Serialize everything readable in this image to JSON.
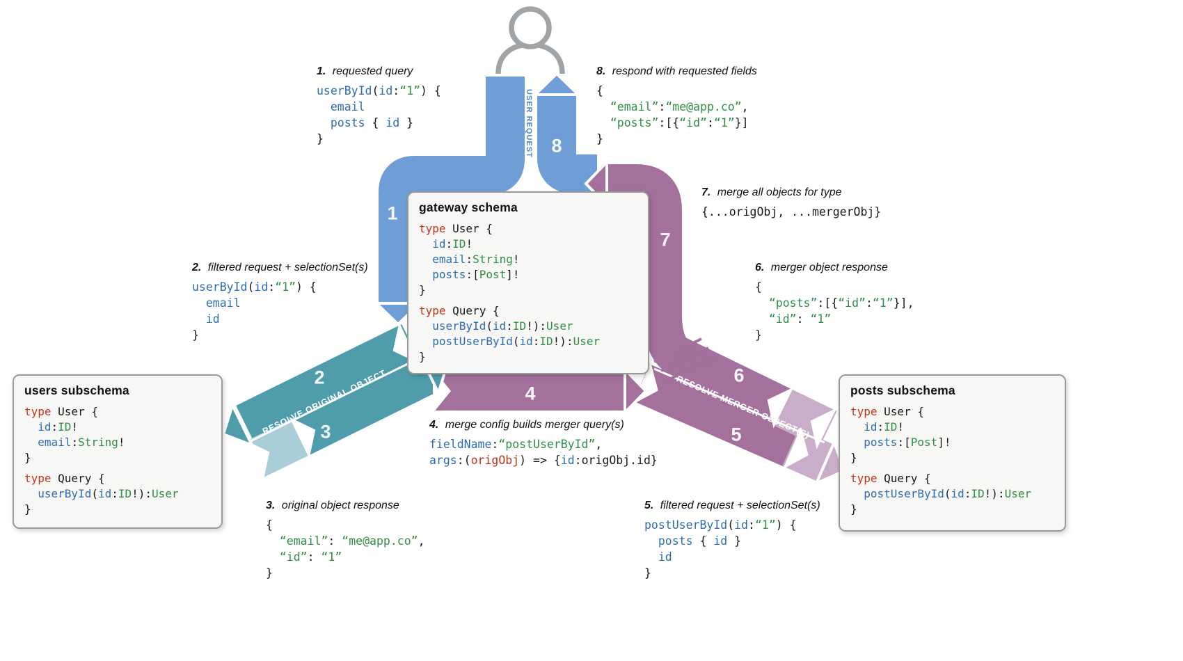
{
  "steps": [
    "1",
    "2",
    "3",
    "4",
    "5",
    "6",
    "7",
    "8"
  ],
  "labels": {
    "user_request": "USER REQUEST",
    "resolve_original": "RESOLVE ORIGINAL OBJECT",
    "resolve_merger": "RESOLVE MERGER OBJECT(S)"
  },
  "colors": {
    "blue_band": "#6f9ed6",
    "teal_band": "#4f9dab",
    "teal_band_light": "#a9ced8",
    "purple_band": "#a3719b",
    "purple_band_light": "#c9aec9",
    "code_keyword_red": "#c0331b",
    "code_field_blue": "#2e6db4",
    "code_type_green": "#2f8f44",
    "box_border": "#9a9a9a",
    "box_background": "#f7f7f5"
  },
  "boxes": {
    "gateway": {
      "title": "gateway schema",
      "code": [
        [
          [
            "r",
            "type"
          ],
          [
            "p",
            " User {"
          ]
        ],
        [
          [
            "p",
            "  "
          ],
          [
            "b",
            "id"
          ],
          [
            "p",
            ":"
          ],
          [
            "g",
            "ID"
          ],
          [
            "p",
            "!"
          ]
        ],
        [
          [
            "p",
            "  "
          ],
          [
            "b",
            "email"
          ],
          [
            "p",
            ":"
          ],
          [
            "g",
            "String"
          ],
          [
            "p",
            "!"
          ]
        ],
        [
          [
            "p",
            "  "
          ],
          [
            "b",
            "posts"
          ],
          [
            "p",
            ":["
          ],
          [
            "g",
            "Post"
          ],
          [
            "p",
            "]!"
          ]
        ],
        [
          [
            "p",
            "}"
          ]
        ],
        [],
        [
          [
            "r",
            "type"
          ],
          [
            "p",
            " Query {"
          ]
        ],
        [
          [
            "p",
            "  "
          ],
          [
            "b",
            "userById"
          ],
          [
            "p",
            "("
          ],
          [
            "b",
            "id"
          ],
          [
            "p",
            ":"
          ],
          [
            "g",
            "ID"
          ],
          [
            "p",
            "!):"
          ],
          [
            "g",
            "User"
          ]
        ],
        [
          [
            "p",
            "  "
          ],
          [
            "b",
            "postUserById"
          ],
          [
            "p",
            "("
          ],
          [
            "b",
            "id"
          ],
          [
            "p",
            ":"
          ],
          [
            "g",
            "ID"
          ],
          [
            "p",
            "!):"
          ],
          [
            "g",
            "User"
          ]
        ],
        [
          [
            "p",
            "}"
          ]
        ]
      ]
    },
    "users": {
      "title": "users subschema",
      "code": [
        [
          [
            "r",
            "type"
          ],
          [
            "p",
            " User {"
          ]
        ],
        [
          [
            "p",
            "  "
          ],
          [
            "b",
            "id"
          ],
          [
            "p",
            ":"
          ],
          [
            "g",
            "ID"
          ],
          [
            "p",
            "!"
          ]
        ],
        [
          [
            "p",
            "  "
          ],
          [
            "b",
            "email"
          ],
          [
            "p",
            ":"
          ],
          [
            "g",
            "String"
          ],
          [
            "p",
            "!"
          ]
        ],
        [
          [
            "p",
            "}"
          ]
        ],
        [],
        [
          [
            "r",
            "type"
          ],
          [
            "p",
            " Query {"
          ]
        ],
        [
          [
            "p",
            "  "
          ],
          [
            "b",
            "userById"
          ],
          [
            "p",
            "("
          ],
          [
            "b",
            "id"
          ],
          [
            "p",
            ":"
          ],
          [
            "g",
            "ID"
          ],
          [
            "p",
            "!):"
          ],
          [
            "g",
            "User"
          ]
        ],
        [
          [
            "p",
            "}"
          ]
        ]
      ]
    },
    "posts": {
      "title": "posts subschema",
      "code": [
        [
          [
            "r",
            "type"
          ],
          [
            "p",
            " User {"
          ]
        ],
        [
          [
            "p",
            "  "
          ],
          [
            "b",
            "id"
          ],
          [
            "p",
            ":"
          ],
          [
            "g",
            "ID"
          ],
          [
            "p",
            "!"
          ]
        ],
        [
          [
            "p",
            "  "
          ],
          [
            "b",
            "posts"
          ],
          [
            "p",
            ":["
          ],
          [
            "g",
            "Post"
          ],
          [
            "p",
            "]!"
          ]
        ],
        [
          [
            "p",
            "}"
          ]
        ],
        [],
        [
          [
            "r",
            "type"
          ],
          [
            "p",
            " Query {"
          ]
        ],
        [
          [
            "p",
            "  "
          ],
          [
            "b",
            "postUserById"
          ],
          [
            "p",
            "("
          ],
          [
            "b",
            "id"
          ],
          [
            "p",
            ":"
          ],
          [
            "g",
            "ID"
          ],
          [
            "p",
            "!):"
          ],
          [
            "g",
            "User"
          ]
        ],
        [
          [
            "p",
            "}"
          ]
        ]
      ]
    }
  },
  "annotations": {
    "a1": {
      "num": "1.",
      "title": " requested query",
      "code": [
        [
          [
            "b",
            "userById"
          ],
          [
            "p",
            "("
          ],
          [
            "b",
            "id"
          ],
          [
            "p",
            ":"
          ],
          [
            "g",
            "“1”"
          ],
          [
            "p",
            ") {"
          ]
        ],
        [
          [
            "p",
            "  "
          ],
          [
            "b",
            "email"
          ]
        ],
        [
          [
            "p",
            "  "
          ],
          [
            "b",
            "posts"
          ],
          [
            "p",
            " { "
          ],
          [
            "b",
            "id"
          ],
          [
            "p",
            " }"
          ]
        ],
        [
          [
            "p",
            "}"
          ]
        ]
      ]
    },
    "a2": {
      "num": "2.",
      "title": " filtered request + selectionSet(s)",
      "code": [
        [
          [
            "b",
            "userById"
          ],
          [
            "p",
            "("
          ],
          [
            "b",
            "id"
          ],
          [
            "p",
            ":"
          ],
          [
            "g",
            "“1”"
          ],
          [
            "p",
            ") {"
          ]
        ],
        [
          [
            "p",
            "  "
          ],
          [
            "b",
            "email"
          ]
        ],
        [
          [
            "p",
            "  "
          ],
          [
            "b",
            "id"
          ]
        ],
        [
          [
            "p",
            "}"
          ]
        ]
      ]
    },
    "a3": {
      "num": "3.",
      "title": " original object response",
      "code": [
        [
          [
            "p",
            "{"
          ]
        ],
        [
          [
            "p",
            "  "
          ],
          [
            "g",
            "“email”"
          ],
          [
            "p",
            ": "
          ],
          [
            "g",
            "“me@app.co”"
          ],
          [
            "p",
            ","
          ]
        ],
        [
          [
            "p",
            "  "
          ],
          [
            "g",
            "“id”"
          ],
          [
            "p",
            ": "
          ],
          [
            "g",
            "“1”"
          ]
        ],
        [
          [
            "p",
            "}"
          ]
        ]
      ]
    },
    "a4": {
      "num": "4.",
      "title": " merge config builds merger query(s)",
      "code": [
        [
          [
            "b",
            "fieldName"
          ],
          [
            "p",
            ":"
          ],
          [
            "g",
            "“postUserById”"
          ],
          [
            "p",
            ","
          ]
        ],
        [
          [
            "b",
            "args"
          ],
          [
            "p",
            ":("
          ],
          [
            "r",
            "origObj"
          ],
          [
            "p",
            ") => {"
          ],
          [
            "b",
            "id"
          ],
          [
            "p",
            ":origObj.id}"
          ]
        ]
      ]
    },
    "a5": {
      "num": "5.",
      "title": " filtered request + selectionSet(s)",
      "code": [
        [
          [
            "b",
            "postUserById"
          ],
          [
            "p",
            "("
          ],
          [
            "b",
            "id"
          ],
          [
            "p",
            ":"
          ],
          [
            "g",
            "“1”"
          ],
          [
            "p",
            ") {"
          ]
        ],
        [
          [
            "p",
            "  "
          ],
          [
            "b",
            "posts"
          ],
          [
            "p",
            " { "
          ],
          [
            "b",
            "id"
          ],
          [
            "p",
            " }"
          ]
        ],
        [
          [
            "p",
            "  "
          ],
          [
            "b",
            "id"
          ]
        ],
        [
          [
            "p",
            "}"
          ]
        ]
      ]
    },
    "a6": {
      "num": "6.",
      "title": " merger object response",
      "code": [
        [
          [
            "p",
            "{"
          ]
        ],
        [
          [
            "p",
            "  "
          ],
          [
            "g",
            "“posts”"
          ],
          [
            "p",
            ":[{"
          ],
          [
            "g",
            "“id”"
          ],
          [
            "p",
            ":"
          ],
          [
            "g",
            "“1”"
          ],
          [
            "p",
            "}],"
          ]
        ],
        [
          [
            "p",
            "  "
          ],
          [
            "g",
            "“id”"
          ],
          [
            "p",
            ": "
          ],
          [
            "g",
            "“1”"
          ]
        ],
        [
          [
            "p",
            "}"
          ]
        ]
      ]
    },
    "a7": {
      "num": "7.",
      "title": " merge all objects for type",
      "code": [
        [
          [
            "p",
            "{...origObj, ...mergerObj}"
          ]
        ]
      ]
    },
    "a8": {
      "num": "8.",
      "title": " respond with requested fields",
      "code": [
        [
          [
            "p",
            "{"
          ]
        ],
        [
          [
            "p",
            "  "
          ],
          [
            "g",
            "“email”"
          ],
          [
            "p",
            ":"
          ],
          [
            "g",
            "“me@app.co”"
          ],
          [
            "p",
            ","
          ]
        ],
        [
          [
            "p",
            "  "
          ],
          [
            "g",
            "“posts”"
          ],
          [
            "p",
            ":[{"
          ],
          [
            "g",
            "“id”"
          ],
          [
            "p",
            ":"
          ],
          [
            "g",
            "“1”"
          ],
          [
            "p",
            "}]"
          ]
        ],
        [
          [
            "p",
            "}"
          ]
        ]
      ]
    }
  }
}
